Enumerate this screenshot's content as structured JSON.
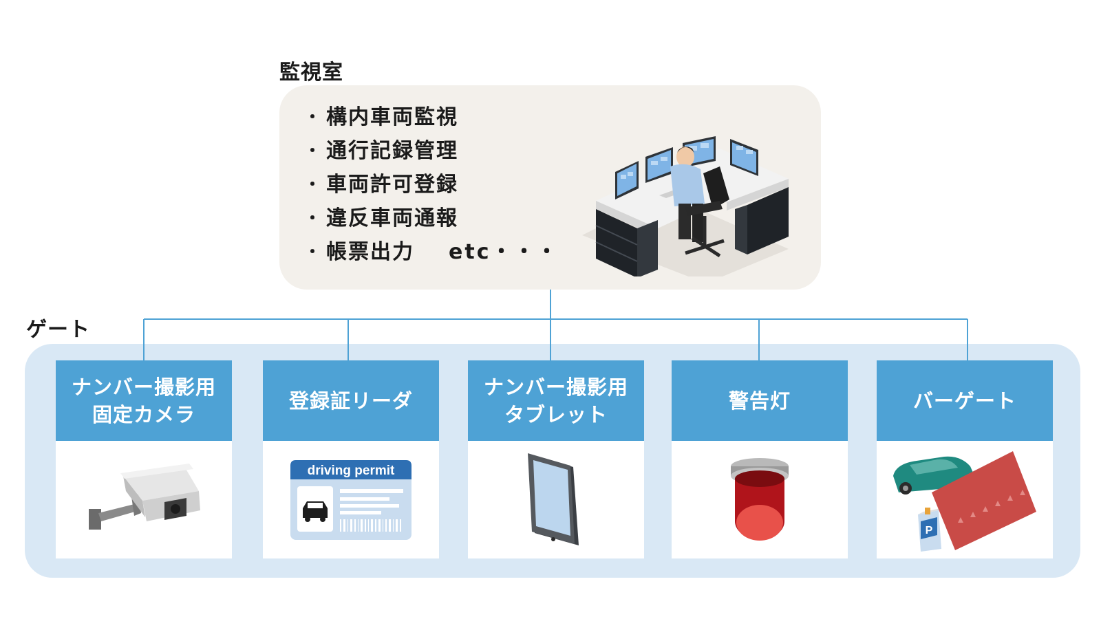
{
  "control_room": {
    "label": "監視室",
    "features": [
      {
        "bullet": "・",
        "text": "構内車両監視"
      },
      {
        "bullet": "・",
        "text": "通行記録管理"
      },
      {
        "bullet": "・",
        "text": "車両許可登録"
      },
      {
        "bullet": "・",
        "text": "違反車両通報"
      },
      {
        "bullet": "・",
        "text": "帳票出力",
        "extra": "etc・・・"
      }
    ]
  },
  "gate": {
    "label": "ゲート",
    "devices": [
      {
        "line1": "ナンバー撮影用",
        "line2": "固定カメラ",
        "icon": "security-camera-icon"
      },
      {
        "line1": "登録証リーダ",
        "line2": "",
        "icon": "driving-permit-card-icon"
      },
      {
        "line1": "ナンバー撮影用",
        "line2": "タブレット",
        "icon": "tablet-icon"
      },
      {
        "line1": "警告灯",
        "line2": "",
        "icon": "warning-light-icon"
      },
      {
        "line1": "バーゲート",
        "line2": "",
        "icon": "bar-gate-icon"
      }
    ],
    "permit_card_title": "driving permit",
    "parking_sign": "P"
  },
  "colors": {
    "header_blue": "#4ea2d5",
    "gate_panel": "#d9e8f5",
    "control_panel": "#f3f0eb",
    "warning_red": "#e03a2e",
    "gate_bar_red": "#c94b47"
  }
}
